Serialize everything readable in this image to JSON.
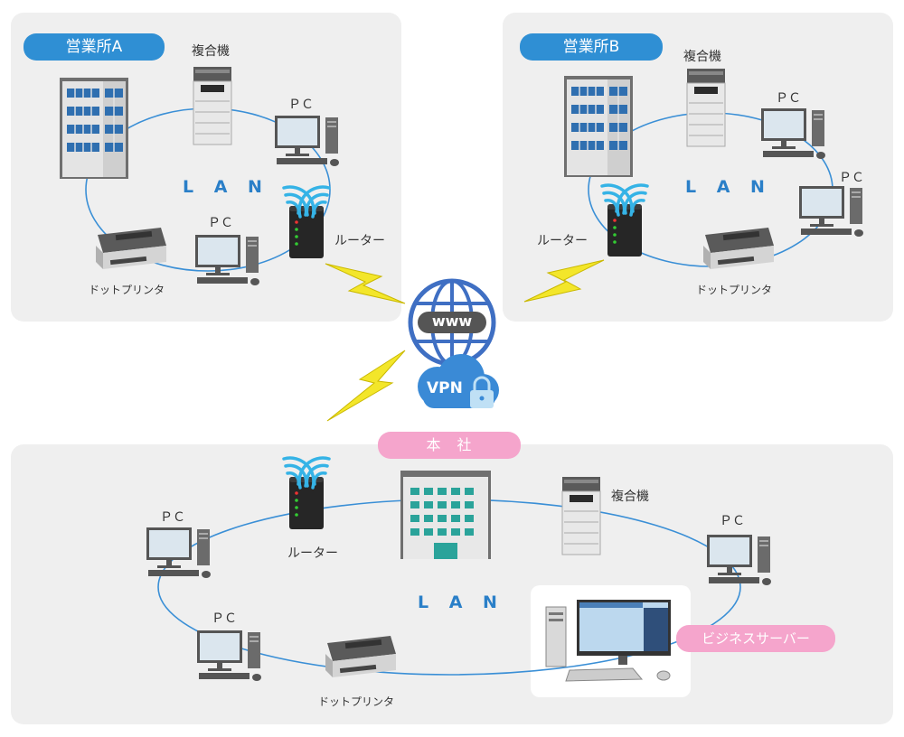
{
  "offices": [
    {
      "id": "a",
      "title": "営業所A",
      "lan": "L A N",
      "mfp": "複合機",
      "pc1": "ＰＣ",
      "pc2": "ＰＣ",
      "router": "ルーター",
      "printer": "ドットプリンタ"
    },
    {
      "id": "b",
      "title": "営業所B",
      "lan": "L A N",
      "mfp": "複合機",
      "pc1": "ＰＣ",
      "pc2": "ＰＣ",
      "router": "ルーター",
      "printer": "ドットプリンタ"
    }
  ],
  "hq": {
    "title": "本　社",
    "lan": "L A N",
    "mfp": "複合機",
    "pc1": "ＰＣ",
    "pc2": "ＰＣ",
    "pc3": "ＰＣ",
    "router": "ルーター",
    "printer": "ドットプリンタ",
    "server": "ビジネスサーバー"
  },
  "internet": {
    "www": "www",
    "vpn": "VPN"
  },
  "colors": {
    "panel": "#efefef",
    "ring": "#3a8fd6",
    "blue_tag": "#2f8fd4",
    "pink_tag": "#f5a5cc",
    "lightning": "#f3e62a",
    "globe": "#3f6fc3",
    "cloud": "#3a8ad6"
  }
}
